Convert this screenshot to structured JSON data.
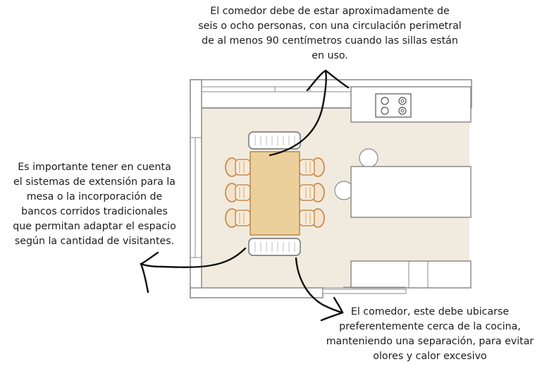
{
  "annotations": {
    "top": "El comedor debe de estar  aproximadamente  de\nseis o ocho personas, con una circulación perimetral\nde al menos 90 centímetros cuando las sillas están\nen uso.",
    "left": "Es importante tener en cuenta\nel  sistemas de extensión para la\nmesa o la incorporación de\nbancos corridos tradicionales\nque permitan adaptar el espacio\nsegún la cantidad de visitantes.",
    "bottom": "El comedor, este debe ubicarse\npreferentemente cerca de la cocina,\nmanteniendo una separación, para evitar\nolores y calor excesivo"
  },
  "plan": {
    "floor_color": "#f1ebdf",
    "wall_color": "#ffffff",
    "line_color": "#8b8b8b",
    "table_color": "#ecd09c",
    "chair_color": "#d8a469",
    "seats_per_side": 3,
    "bench_count": 2
  }
}
